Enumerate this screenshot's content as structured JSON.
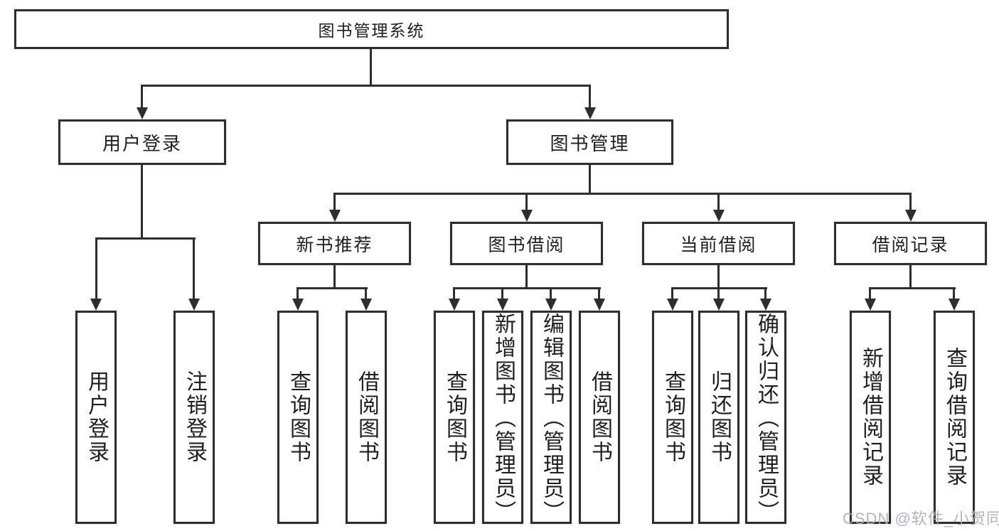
{
  "colors": {
    "line": "#2e2e2e",
    "text": "#1f1f1f",
    "background": "#ffffff",
    "watermark": "#a9adb6"
  },
  "watermark": {
    "text": "CSDN @软件_小贺同学"
  },
  "tree": {
    "root": {
      "label": "图书管理系统",
      "children": [
        {
          "label": "用户登录",
          "children": [
            {
              "label": "用户登录"
            },
            {
              "label": "注销登录"
            }
          ]
        },
        {
          "label": "图书管理",
          "children": [
            {
              "label": "新书推荐",
              "children": [
                {
                  "label": "查询图书"
                },
                {
                  "label": "借阅图书"
                }
              ]
            },
            {
              "label": "图书借阅",
              "children": [
                {
                  "label": "查询图书"
                },
                {
                  "label": "新增图书（管理员）"
                },
                {
                  "label": "编辑图书（管理员）"
                },
                {
                  "label": "借阅图书"
                }
              ]
            },
            {
              "label": "当前借阅",
              "children": [
                {
                  "label": "查询图书"
                },
                {
                  "label": "归还图书"
                },
                {
                  "label": "确认归还（管理员）"
                }
              ]
            },
            {
              "label": "借阅记录",
              "children": [
                {
                  "label": "新增借阅记录"
                },
                {
                  "label": "查询借阅记录"
                }
              ]
            }
          ]
        }
      ]
    }
  }
}
